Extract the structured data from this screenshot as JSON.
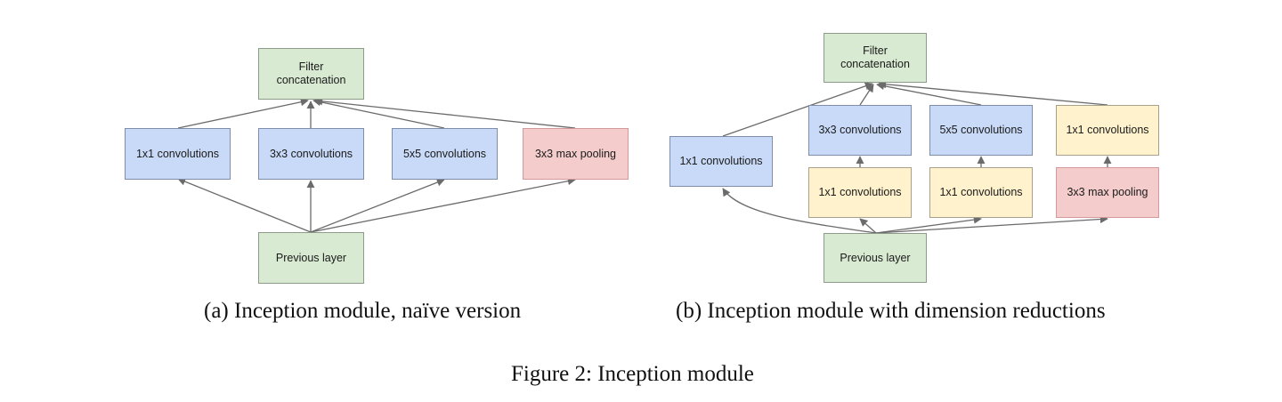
{
  "diagram_a": {
    "caption": "(a)  Inception module, naïve version",
    "nodes": {
      "filter_concat": "Filter\nconcatenation",
      "conv1x1": "1x1 convolutions",
      "conv3x3": "3x3 convolutions",
      "conv5x5": "5x5 convolutions",
      "maxpool": "3x3 max pooling",
      "previous": "Previous layer"
    }
  },
  "diagram_b": {
    "caption": "(b)  Inception module with dimension reductions",
    "nodes": {
      "filter_concat": "Filter\nconcatenation",
      "conv1x1_direct": "1x1 convolutions",
      "conv3x3": "3x3 convolutions",
      "conv5x5": "5x5 convolutions",
      "conv1x1_after_pool": "1x1 convolutions",
      "reduce_3x3": "1x1 convolutions",
      "reduce_5x5": "1x1 convolutions",
      "maxpool": "3x3 max pooling",
      "previous": "Previous layer"
    }
  },
  "figure_caption": "Figure 2: Inception module",
  "colors": {
    "green": "#d9ead3",
    "blue": "#c9daf8",
    "yellow": "#fff2cc",
    "red": "#f4cccc",
    "edge": "#6b6b6b"
  }
}
